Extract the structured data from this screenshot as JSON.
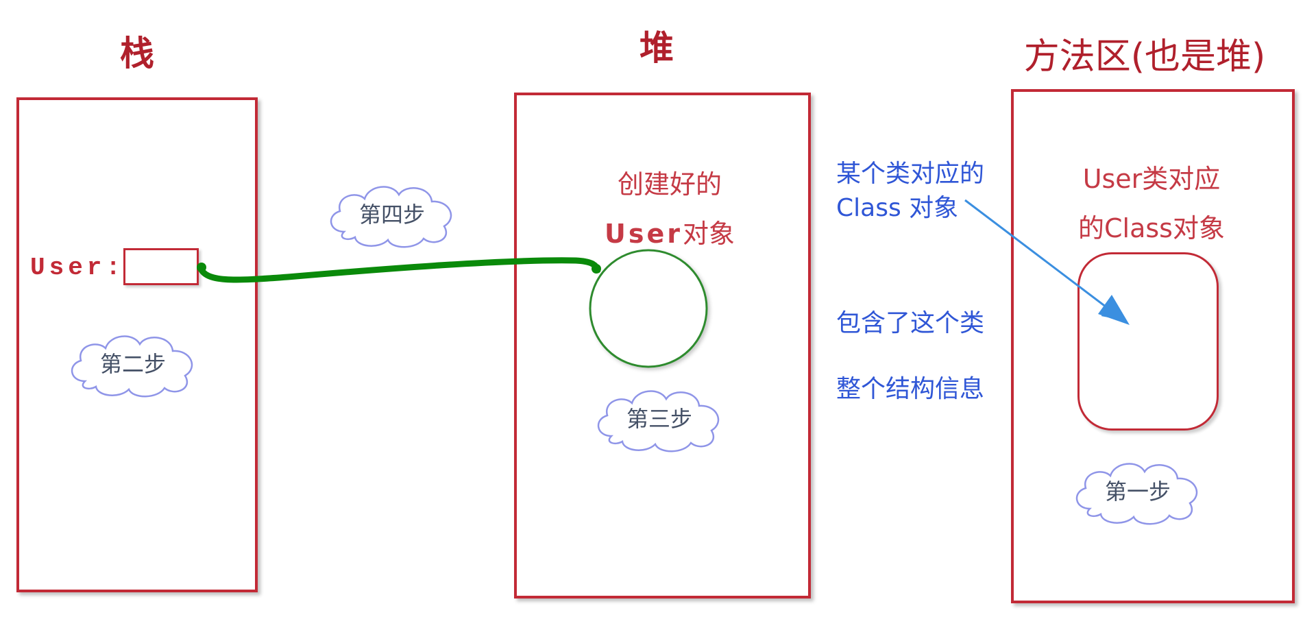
{
  "titles": {
    "stack": "栈",
    "heap": "堆",
    "method_area": "方法区(也是堆)"
  },
  "stack": {
    "var_label": "User:",
    "step": "第二步"
  },
  "link": {
    "step": "第四步"
  },
  "heap": {
    "object_line1": "创建好的",
    "object_line2_prefix": "User",
    "object_line2_suffix": "对象",
    "step": "第三步"
  },
  "note": {
    "line1": "某个类对应的",
    "line2": "Class 对象",
    "line3": "包含了这个类",
    "line4": "整个结构信息"
  },
  "method_area": {
    "class_line1": "User类对应",
    "class_line2": "的Class对象",
    "step": "第一步"
  },
  "colors": {
    "box_border": "#c22a36",
    "title": "#b0202c",
    "reference_arrow": "#0a8a0a",
    "note_text": "#2f56d6",
    "note_arrow": "#3b8fe0",
    "cloud_stroke": "#8f95e8"
  }
}
